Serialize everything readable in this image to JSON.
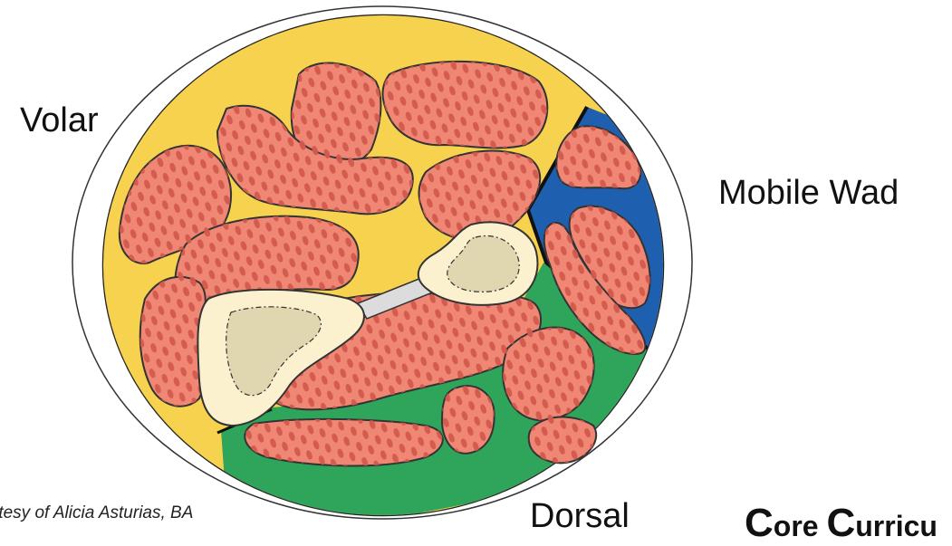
{
  "labels": {
    "volar": "Volar",
    "mobile_wad": "Mobile Wad",
    "dorsal": "Dorsal"
  },
  "credit": "rtesy of Alicia Asturias, BA",
  "brand": {
    "first_letter_1": "C",
    "rest_1": "ore ",
    "first_letter_2": "C",
    "rest_2": "urricu"
  },
  "colors": {
    "outline": "#222222",
    "volar_compartment": "#f7d24f",
    "mobile_wad_compartment": "#1f5fb0",
    "dorsal_compartment": "#2ea55a",
    "muscle": "#f08775",
    "muscle_fiber": "#d35a4e",
    "bone_cortex": "#fbf1cf",
    "bone_marrow": "#e0d6b0",
    "interosseous_membrane": "#dcdcdc"
  }
}
